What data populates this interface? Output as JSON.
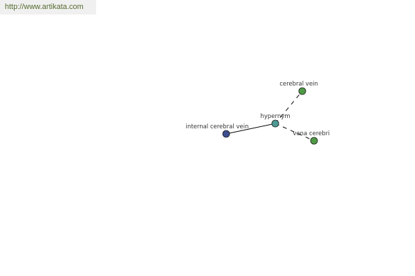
{
  "watermark": {
    "text": "http://www.artikata.com"
  },
  "graph": {
    "nodes": [
      {
        "id": "internal",
        "label": "internal cerebral vein",
        "color": "#3d4f8f"
      },
      {
        "id": "hypernym",
        "label": "hypernym",
        "color": "#4e9a94"
      },
      {
        "id": "cerebral",
        "label": "cerebral vein",
        "color": "#4f9a45"
      },
      {
        "id": "vena",
        "label": "vena cerebri",
        "color": "#4f9a45"
      }
    ],
    "edges": [
      {
        "from": "internal",
        "to": "hypernym",
        "style": "solid"
      },
      {
        "from": "hypernym",
        "to": "cerebral",
        "style": "dashed"
      },
      {
        "from": "hypernym",
        "to": "vena",
        "style": "dashed"
      }
    ]
  }
}
